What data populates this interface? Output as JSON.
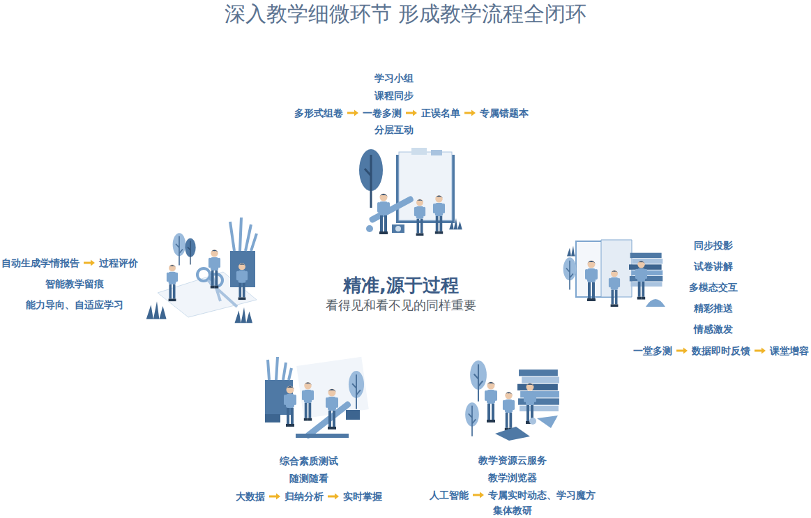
{
  "diagram": {
    "title": "深入教学细微环节 形成教学流程全闭环",
    "nodes": [
      {
        "text": [
          "精准,源于过程",
          "看得见和看不见的同样重要"
        ]
      }
    ],
    "labels": [
      "学习小组",
      "课程同步",
      "多形式组卷",
      "一卷多测",
      "正误名单",
      "专属错题本",
      "分层互动",
      "同步投影",
      "试卷讲解",
      "多模态交互",
      "精彩推送",
      "情感激发",
      "一堂多测",
      "数据即时反馈",
      "课堂增容",
      "教学资源云服务",
      "教学浏览器",
      "人工智能",
      "专属实时动态、学习魔方",
      "集体教研",
      "综合素质测试",
      "随测随看",
      "大数据",
      "归纳分析",
      "实时掌握",
      "自动生成学情报告",
      "过程评价",
      "智能教学留痕",
      "能力导向、自适应学习"
    ]
  }
}
